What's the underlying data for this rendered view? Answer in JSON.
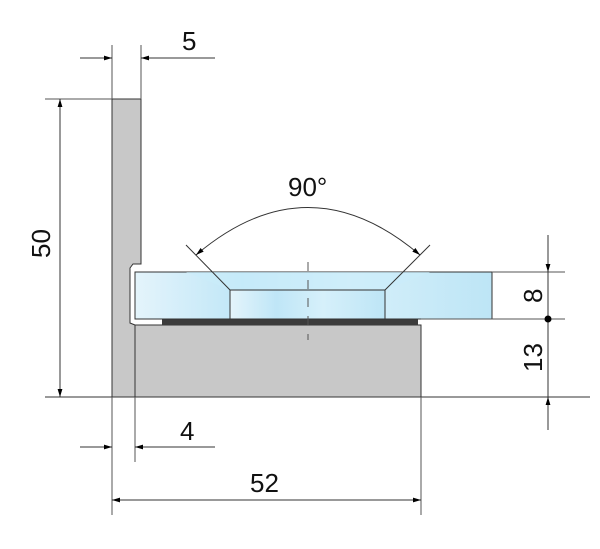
{
  "dimensions": {
    "profile_thickness": "5",
    "total_height": "50",
    "lip_thickness": "4",
    "total_width": "52",
    "glass_thickness": "8",
    "base_height": "13",
    "bevel_angle": "90°"
  },
  "colors": {
    "profile": "#c8c8c8",
    "glass": "#bfe6f7",
    "gasket": "#3c3c3c",
    "line": "#333333"
  }
}
